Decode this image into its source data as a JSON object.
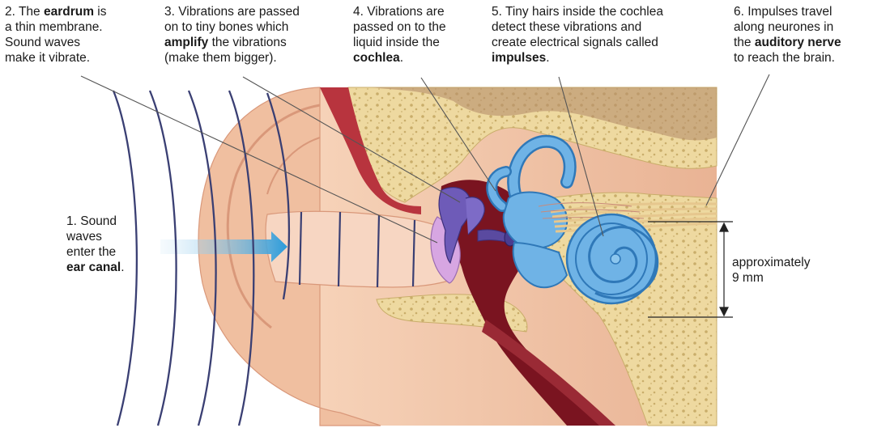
{
  "labels": {
    "step1": {
      "lines": [
        "1. Sound",
        "waves",
        "enter the"
      ],
      "bold": "ear canal",
      "after": "."
    },
    "step2": {
      "line1_pre": "2. The ",
      "line1_bold": "eardrum",
      "line1_post": " is",
      "lines": [
        "a thin membrane.",
        "Sound waves",
        "make it vibrate."
      ]
    },
    "step3": {
      "line1": "3. Vibrations are passed",
      "line2": "on to tiny bones which",
      "line3_bold": "amplify",
      "line3_post": " the vibrations",
      "line4": "(make them bigger)."
    },
    "step4": {
      "line1": "4. Vibrations are",
      "line2": "passed on to the",
      "line3": "liquid inside the",
      "line4_bold": "cochlea",
      "line4_post": "."
    },
    "step5": {
      "line1": "5. Tiny hairs inside the cochlea",
      "line2": "detect these vibrations and",
      "line3": "create electrical signals called",
      "line4_bold": "impulses",
      "line4_post": "."
    },
    "step6": {
      "line1": "6. Impulses travel",
      "line2": "along neurones in",
      "line3_pre": "the ",
      "line3_bold": "auditory nerve",
      "line4": "to reach the brain."
    },
    "size": {
      "line1": "approximately",
      "line2": "9 mm"
    }
  },
  "colors": {
    "skin": "#f2c4a6",
    "skin_dark": "#d9987a",
    "bone": "#eed9a0",
    "bone_dark": "#c9ad6a",
    "cochlea": "#6fb3e6",
    "cochlea_dark": "#2f78b8",
    "ossicle": "#6e5bb8",
    "eardrum": "#d7a6e2",
    "cavity": "#7a1420",
    "arrow": "#2b9ad9",
    "wave": "#3a3f73"
  }
}
